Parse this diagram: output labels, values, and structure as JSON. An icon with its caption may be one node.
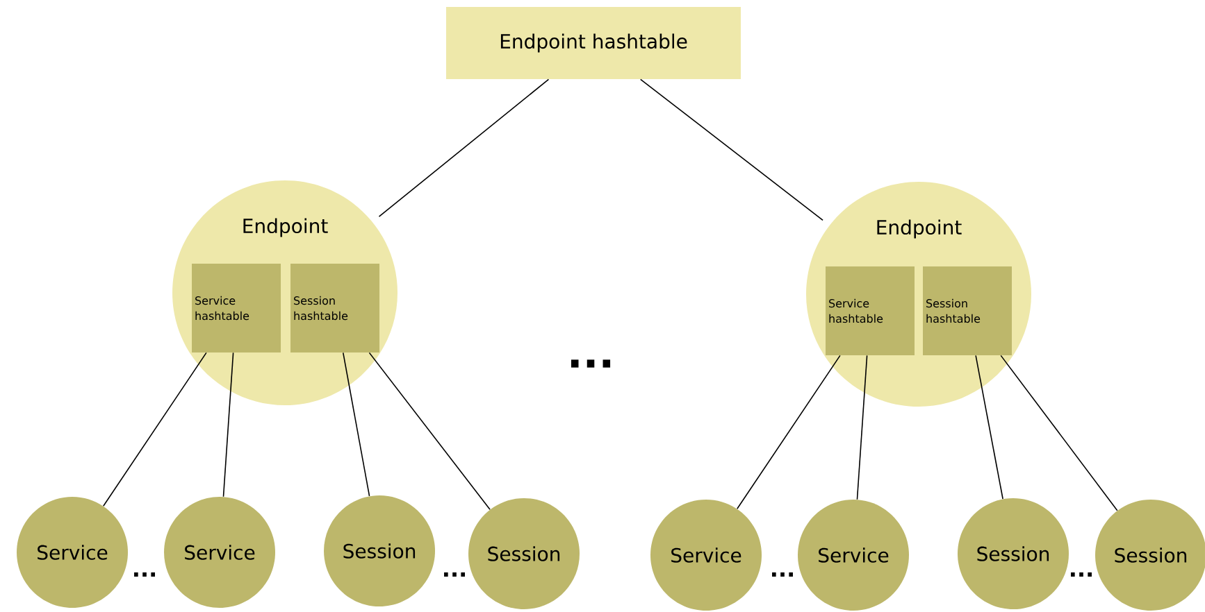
{
  "diagram": {
    "nodes": [
      {
        "text": [
          "Endpoint hashtable"
        ]
      },
      {
        "text": [
          "Endpoint"
        ]
      },
      {
        "text": [
          "Service hashtable"
        ],
        "in": 1
      },
      {
        "text": [
          "Session hashtable"
        ],
        "in": 1
      },
      {
        "text": [
          "Service"
        ]
      },
      {
        "text": [
          "Service"
        ]
      },
      {
        "text": [
          "Session"
        ]
      },
      {
        "text": [
          "Session"
        ]
      },
      {
        "text": [
          "Endpoint"
        ]
      },
      {
        "text": [
          "Service hashtable"
        ],
        "in": 8
      },
      {
        "text": [
          "Session hashtable"
        ],
        "in": 8
      },
      {
        "text": [
          "Service"
        ]
      },
      {
        "text": [
          "Service"
        ]
      },
      {
        "text": [
          "Session"
        ]
      },
      {
        "text": [
          "Session"
        ]
      }
    ],
    "edges": [
      {
        "from": 0,
        "to": 1,
        "arrow": "none"
      },
      {
        "from": 0,
        "to": 8,
        "arrow": "none"
      },
      {
        "from": 2,
        "to": 4,
        "arrow": "none"
      },
      {
        "from": 2,
        "to": 5,
        "arrow": "none"
      },
      {
        "from": 3,
        "to": 6,
        "arrow": "none"
      },
      {
        "from": 3,
        "to": 7,
        "arrow": "none"
      },
      {
        "from": 9,
        "to": 11,
        "arrow": "none"
      },
      {
        "from": 9,
        "to": 12,
        "arrow": "none"
      },
      {
        "from": 10,
        "to": 13,
        "arrow": "none"
      },
      {
        "from": 10,
        "to": 14,
        "arrow": "none"
      }
    ],
    "labels": [
      "...",
      "...",
      "...",
      "...",
      "..."
    ]
  }
}
